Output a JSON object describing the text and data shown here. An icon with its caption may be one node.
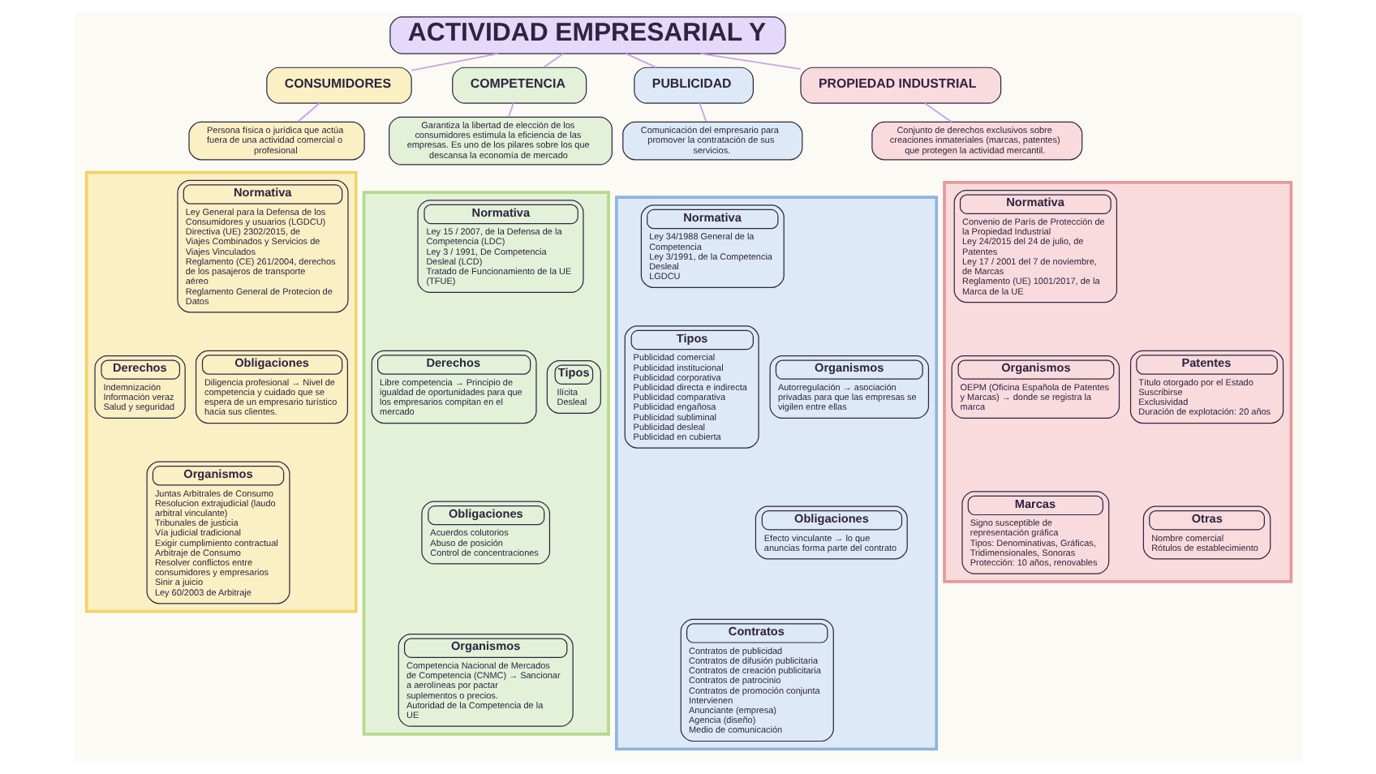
{
  "diagram": {
    "nodes": [
      {
        "text": [
          "ACTIVIDAD EMPRESARIAL Y"
        ]
      },
      {
        "text": [
          "CONSUMIDORES"
        ]
      },
      {
        "text": [
          "Persona física o jurídica que actúa fuera de una actividad comercial o profesional"
        ]
      },
      {
        "text": [],
        "shape": "box"
      },
      {
        "text": [
          "Normativa",
          "Ley General para la Defensa de los Consumidores y usuarios (LGDCU)",
          "Directiva (UE) 2302/2015, de Viajes Combinados y Servicios de Viajes Vinculados",
          "Reglamento (CE) 261/2004, derechos de los pasajeros de transporte aéreo",
          "Reglamento General de Protecion de Datos"
        ],
        "in": 3
      },
      {
        "text": [
          "Derechos",
          "Indemnización",
          "Información veraz",
          "Salud y seguridad"
        ],
        "in": 3
      },
      {
        "text": [
          "Obligaciones",
          "Diligencia profesional → Nivel de competencia y cuidado que se espera de un empresario turístico hacia sus clientes."
        ],
        "in": 3
      },
      {
        "text": [
          "Organismos",
          "Juntas Arbitrales de Consumo",
          "Resolucion extrajudicial (laudo arbitral vinculante)",
          "Tribunales de justicia",
          "Vía judicial tradicional",
          "Exigir cumplimiento contractual",
          "Arbitraje de Consumo",
          "Resolver conflictos entre consumidores y empresarios",
          "Sinir a juicio",
          "Ley 60/2003 de Arbitraje"
        ],
        "in": 3
      },
      {
        "text": [
          "COMPETENCIA"
        ]
      },
      {
        "text": [
          "Garantiza la libertad de elección de los consumidores estimula la eficiencia de las empresas. Es uno de los pilares sobre los que descansa la economía de mercado"
        ]
      },
      {
        "text": [],
        "shape": "box"
      },
      {
        "text": [
          "Normativa",
          "Ley 15 / 2007, de la Defensa de la Competencia (LDC)",
          "Ley 3 / 1991, De Competencia Desleal (LCD)",
          "Tratado de Funcionamiento de la UE (TFUE)"
        ],
        "in": 10
      },
      {
        "text": [
          "Derechos",
          "Libre competencia → Principio de igualdad de oportunidades para que los empresarios compitan en el mercado"
        ],
        "in": 10
      },
      {
        "text": [
          "Tipos",
          "Ilícita",
          "Desleal"
        ],
        "in": 10
      },
      {
        "text": [
          "Obligaciones",
          "Acuerdos colutorios",
          "Abuso de posición",
          "Control de concentraciones"
        ],
        "in": 10
      },
      {
        "text": [
          "Organismos",
          "Competencia Nacional de Mercados de Competencia (CNMC) → Sancionar a aerolíneas por pactar suplementos o precios.",
          "Autoridad de la Competencia de la UE"
        ],
        "in": 10
      },
      {
        "text": [
          "PUBLICIDAD"
        ]
      },
      {
        "text": [
          "Comunicación del empresario para promover la contratación de sus servicios."
        ]
      },
      {
        "text": [],
        "shape": "box"
      },
      {
        "text": [
          "Normativa",
          "Ley 34/1988 General de la Competencia",
          "Ley 3/1991, de la Competencia Desleal",
          "LGDCU"
        ],
        "in": 18
      },
      {
        "text": [
          "Tipos",
          "Publicidad comercial",
          "Publicidad institucional",
          "Publicidad corporativa",
          "Publicidad directa e indirecta",
          "Publicidad comparativa",
          "Publicidad engañosa",
          "Publicidad subliminal",
          "Publicidad desleal",
          "Publicidad en cubierta"
        ],
        "in": 18
      },
      {
        "text": [
          "Organismos",
          "Autorregulación → asociación privadas para que las empresas se vigilen entre ellas"
        ],
        "in": 18
      },
      {
        "text": [
          "Obligaciones",
          "Efecto vinculante → lo que anuncias forma parte del contrato"
        ],
        "in": 18
      },
      {
        "text": [
          "Contratos",
          "Contratos de publicidad",
          "Contratos de difusión publicitaria",
          "Contratos de creación publicitaria",
          "Contratos de patrocinio",
          "Contratos de promoción conjunta",
          "Intervienen",
          "Anunciante (empresa)",
          "Agencia (diseño)",
          "Medio de comunicación"
        ],
        "in": 18
      },
      {
        "text": [
          "PROPIEDAD INDUSTRIAL"
        ]
      },
      {
        "text": [
          "Conjunto de derechos exclusivos sobre creaciones inmateriales (marcas, patentes) que protegen la actividad mercantil."
        ]
      },
      {
        "text": [],
        "shape": "box"
      },
      {
        "text": [
          "Normativa",
          "Convenio de París de Protección de la Propiedad Industrial",
          "Ley 24/2015 del 24 de julio, de Patentes",
          "Ley 17 / 2001 del 7 de noviembre, de Marcas",
          "Reglamento (UE) 1001/2017, de la Marca de la UE"
        ],
        "in": 26
      },
      {
        "text": [
          "Organismos",
          "OEPM (Oficina Española de Patentes y Marcas) → donde se registra la marca"
        ],
        "in": 26
      },
      {
        "text": [
          "Patentes",
          "Título otorgado por el Estado",
          "Suscribirse",
          "Exclusividad",
          "Duración de explotación: 20 años"
        ],
        "in": 26
      },
      {
        "text": [
          "Marcas",
          "Signo susceptible de representación gráfica",
          "Tipos: Denominativas, Gráficas, Tridimensionales, Sonoras",
          "Protección: 10 años, renovables"
        ],
        "in": 26
      },
      {
        "text": [
          "Otras",
          "Nombre comercial",
          "Rótulos de establecimiento"
        ],
        "in": 26
      }
    ],
    "edges": [
      {
        "from": 0,
        "to": 1,
        "arrow": "none"
      },
      {
        "from": 0,
        "to": 8,
        "arrow": "none"
      },
      {
        "from": 0,
        "to": 16,
        "arrow": "none"
      },
      {
        "from": 0,
        "to": 24,
        "arrow": "none"
      },
      {
        "from": 1,
        "to": 2,
        "arrow": "none"
      },
      {
        "from": 8,
        "to": 9,
        "arrow": "none"
      },
      {
        "from": 16,
        "to": 17,
        "arrow": "none"
      },
      {
        "from": 24,
        "to": 25,
        "arrow": "none"
      }
    ]
  }
}
